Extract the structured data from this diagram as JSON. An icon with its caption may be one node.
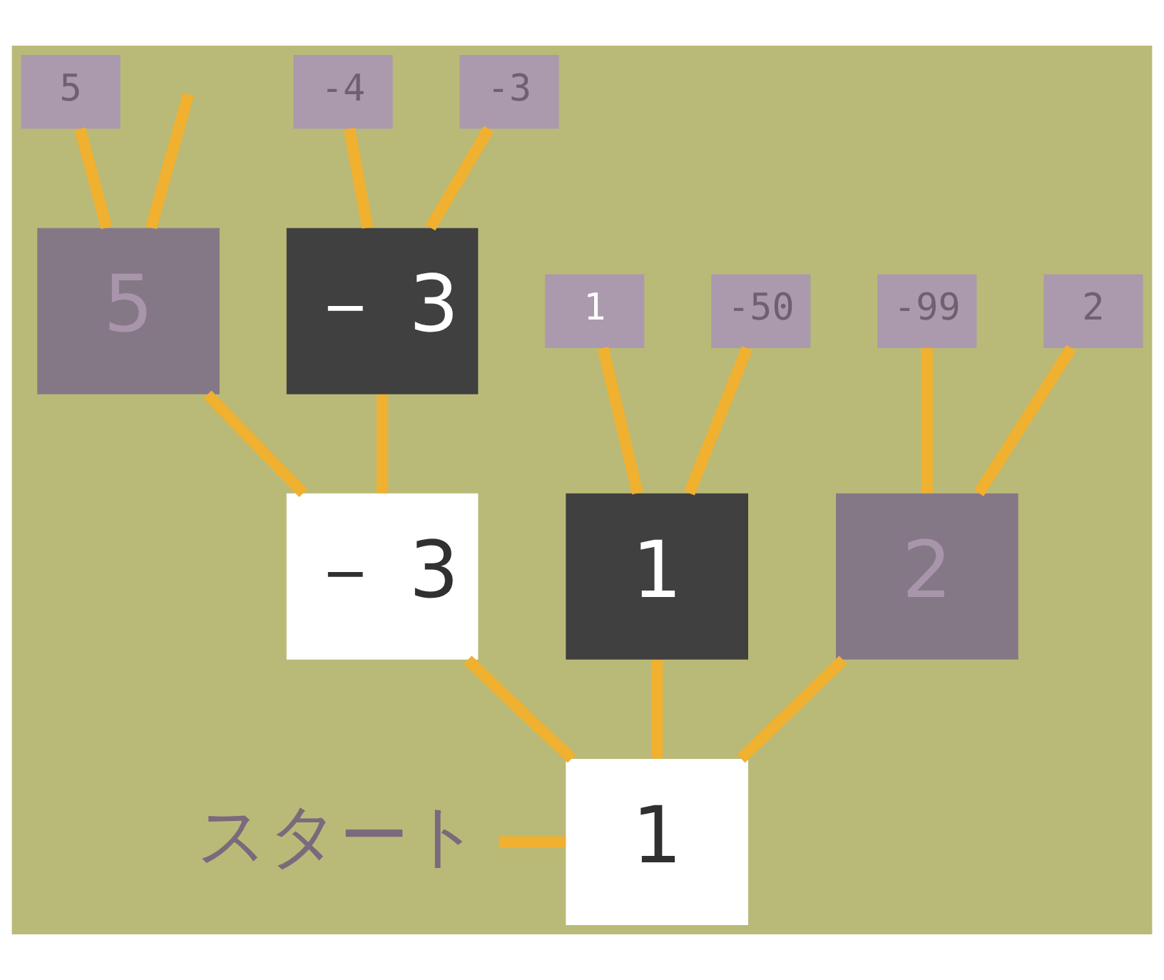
{
  "diagram": {
    "nodes": [
      {
        "text": [
          "5"
        ]
      },
      {
        "text": [
          "5"
        ]
      },
      {
        "text": [
          "-4"
        ]
      },
      {
        "text": [
          "-3"
        ]
      },
      {
        "text": [
          "－ 3"
        ]
      },
      {
        "text": [
          "1"
        ]
      },
      {
        "text": [
          "-50"
        ]
      },
      {
        "text": [
          "-99"
        ]
      },
      {
        "text": [
          "－ 3"
        ]
      },
      {
        "text": [
          "1"
        ]
      },
      {
        "text": [
          "2"
        ]
      },
      {
        "text": [
          "2"
        ]
      },
      {
        "text": [
          "1"
        ]
      },
      {
        "text": [
          "スタート"
        ]
      }
    ],
    "edges": [
      {
        "from": 13,
        "to": 12,
        "arrow": "none"
      },
      {
        "from": 12,
        "to": 8,
        "arrow": "none"
      },
      {
        "from": 12,
        "to": 9,
        "arrow": "none"
      },
      {
        "from": 12,
        "to": 11,
        "arrow": "none"
      },
      {
        "from": 8,
        "to": 1,
        "arrow": "none"
      },
      {
        "from": 8,
        "to": 4,
        "arrow": "none"
      },
      {
        "from": 1,
        "to": null,
        "arrow": "none"
      },
      {
        "from": 1,
        "to": 0,
        "arrow": "none"
      },
      {
        "from": 4,
        "to": 2,
        "arrow": "none"
      },
      {
        "from": 4,
        "to": 3,
        "arrow": "none"
      },
      {
        "from": 9,
        "to": 5,
        "arrow": "none"
      },
      {
        "from": 9,
        "to": 6,
        "arrow": "none"
      },
      {
        "from": 11,
        "to": 7,
        "arrow": "none"
      },
      {
        "from": 11,
        "to": 10,
        "arrow": "none"
      }
    ]
  }
}
